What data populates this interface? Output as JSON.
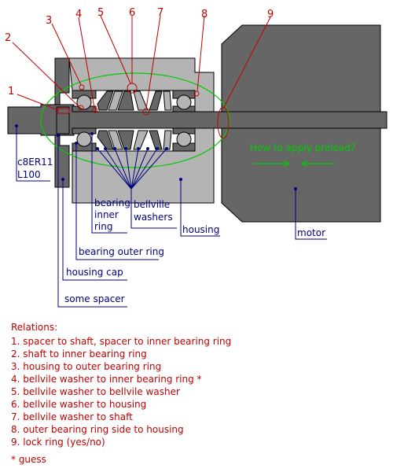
{
  "colors": {
    "dark_gray": "#666666",
    "light_gray": "#b4b4b4",
    "outline": "#000000",
    "label_blue": "#000080",
    "callout_red": "#c00000",
    "highlight_green": "#00cc00",
    "background": "#ffffff"
  },
  "numbers": [
    "1",
    "2",
    "3",
    "4",
    "5",
    "6",
    "7",
    "8",
    "9"
  ],
  "labels": {
    "shaft_tag_line1": "c8ER11",
    "shaft_tag_line2": "L100",
    "bearing_inner_ring_line1": "bearing",
    "bearing_inner_ring_line2": "inner",
    "bearing_inner_ring_line3": "ring",
    "bellville_line1": "bellville",
    "bellville_line2": "washers",
    "housing": "housing",
    "motor": "motor",
    "bearing_outer_ring": "bearing outer ring",
    "housing_cap": "housing cap",
    "some_spacer": "some spacer"
  },
  "preload_question": "How to apply preload?",
  "relations": {
    "title": "Relations:",
    "items": [
      "1. spacer to shaft, spacer to inner bearing ring",
      "2. shaft to inner bearing ring",
      "3. housing to outer bearing ring",
      "4. bellvile washer to inner bearing ring *",
      "5. bellvile washer to bellvile washer",
      "6. bellvile washer to housing",
      "7. bellvile washer to shaft",
      "8. outer bearing ring side to housing",
      "9. lock ring (yes/no)"
    ],
    "footnote": "* guess"
  }
}
